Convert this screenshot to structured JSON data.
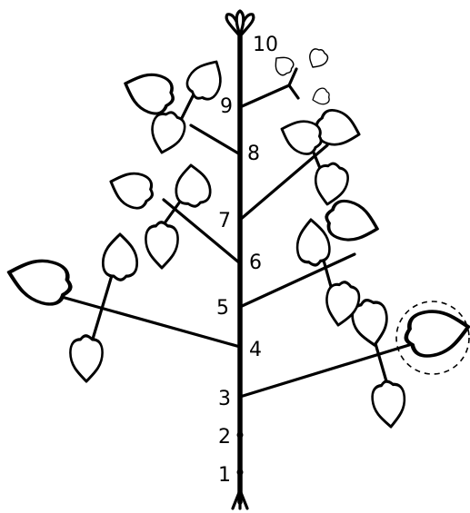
{
  "diagram": {
    "node_labels": [
      "1",
      "2",
      "3",
      "4",
      "5",
      "6",
      "7",
      "8",
      "9",
      "10"
    ]
  },
  "colors": {
    "ink": "#000000",
    "paper": "#ffffff"
  }
}
